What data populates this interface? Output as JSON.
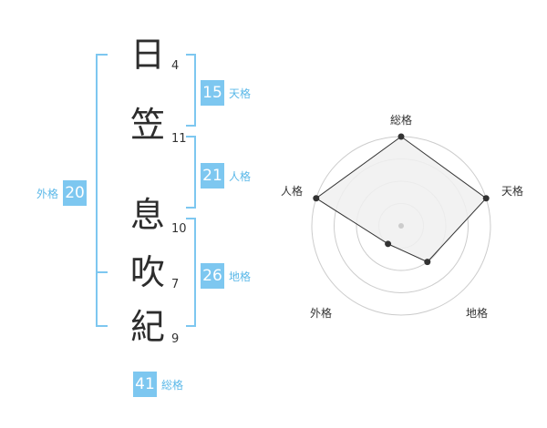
{
  "name": {
    "characters": [
      {
        "char": "日",
        "strokes": "4"
      },
      {
        "char": "笠",
        "strokes": "11"
      },
      {
        "char": "息",
        "strokes": "10"
      },
      {
        "char": "吹",
        "strokes": "7"
      },
      {
        "char": "紀",
        "strokes": "9"
      }
    ]
  },
  "fortunes": {
    "tenkaku": {
      "value": "15",
      "label": "天格"
    },
    "jinkaku": {
      "value": "21",
      "label": "人格"
    },
    "chikaku": {
      "value": "26",
      "label": "地格"
    },
    "gaikaku": {
      "value": "20",
      "label": "外格"
    },
    "soukaku": {
      "value": "41",
      "label": "総格"
    }
  },
  "colors": {
    "accent": "#7dc7f0",
    "accent_text": "#5bb8e8",
    "radar_fill": "#f0f0f0",
    "radar_line": "#333333",
    "grid": "#cccccc"
  },
  "chart_data": {
    "type": "radar",
    "axes": [
      "総格",
      "天格",
      "地格",
      "外格",
      "人格"
    ],
    "values": [
      4,
      4,
      2,
      1,
      4
    ],
    "max": 4
  }
}
